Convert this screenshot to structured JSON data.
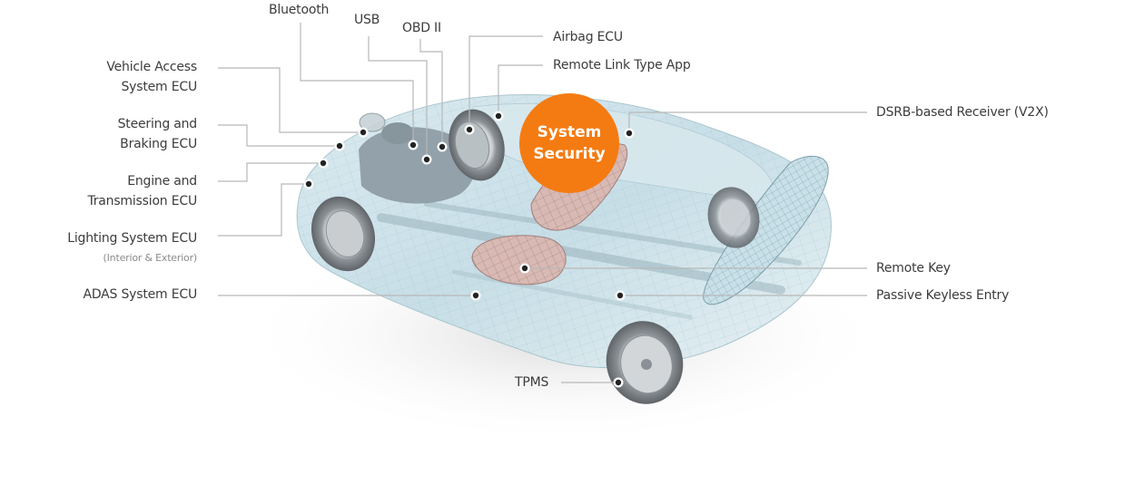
{
  "diagram": {
    "title": "System Security",
    "center_badge": {
      "line1": "System",
      "line2": "Security",
      "color": "#f47b12"
    },
    "colors": {
      "leader_line": "#b8b8b8",
      "dot": "#222222",
      "dot_ring": "#ffffff",
      "label_text": "#3c3c3c",
      "sub_text": "#8a8a8a"
    },
    "labels": {
      "bluetooth": "Bluetooth",
      "usb": "USB",
      "obd": "OBD II",
      "airbag": "Airbag ECU",
      "remote_link": "Remote Link Type App",
      "vehicle_access_1": "Vehicle Access",
      "vehicle_access_2": "System ECU",
      "steering_1": "Steering and",
      "steering_2": "Braking ECU",
      "engine_1": "Engine and",
      "engine_2": "Transmission ECU",
      "lighting_1": "Lighting System ECU",
      "lighting_sub": "(Interior & Exterior)",
      "adas": "ADAS System ECU",
      "dsrb": "DSRB-based Receiver (V2X)",
      "remote_key": "Remote Key",
      "pke": "Passive Keyless Entry",
      "tpms": "TPMS"
    }
  }
}
